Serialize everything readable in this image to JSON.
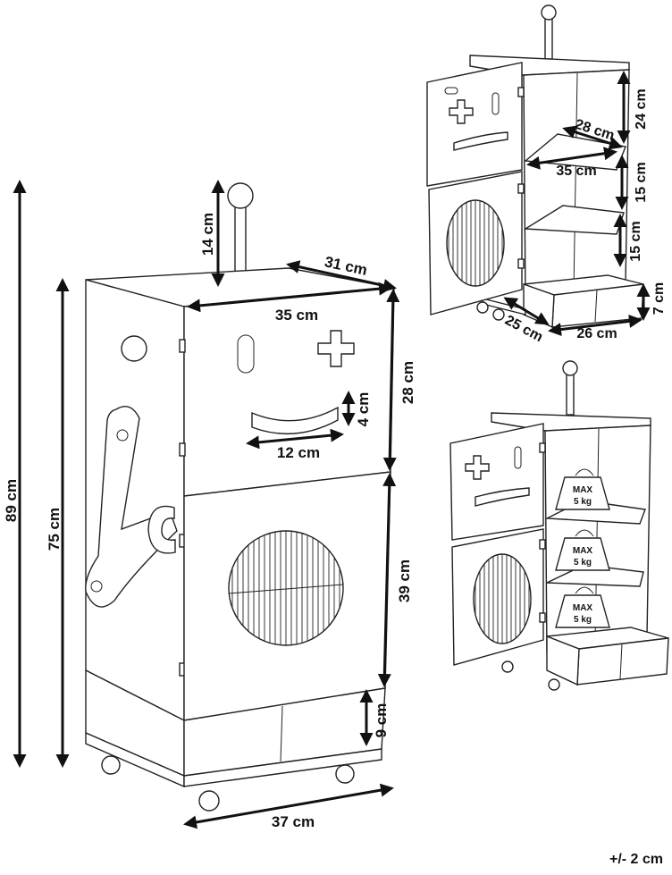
{
  "main_view": {
    "dims": {
      "total_height": "89 cm",
      "body_height": "75 cm",
      "antenna": "14 cm",
      "top_depth": "31 cm",
      "top_width": "35 cm",
      "upper_door": "28 cm",
      "mouth_height": "4 cm",
      "mouth_width": "12 cm",
      "lower_door": "39 cm",
      "drawer": "9 cm",
      "base_width": "37 cm"
    }
  },
  "open_view": {
    "dims": {
      "upper_shelf": "24 cm",
      "shelf_depth": "28 cm",
      "inner_width": "35 cm",
      "middle_shelf": "15 cm",
      "lower_shelf": "15 cm",
      "drawer_height": "7 cm",
      "drawer_depth": "25 cm",
      "drawer_width": "26 cm"
    }
  },
  "load_view": {
    "weights": [
      {
        "line1": "MAX",
        "line2": "5 kg"
      },
      {
        "line1": "MAX",
        "line2": "5 kg"
      },
      {
        "line1": "MAX",
        "line2": "5 kg"
      }
    ]
  },
  "tolerance": "+/- 2 cm"
}
